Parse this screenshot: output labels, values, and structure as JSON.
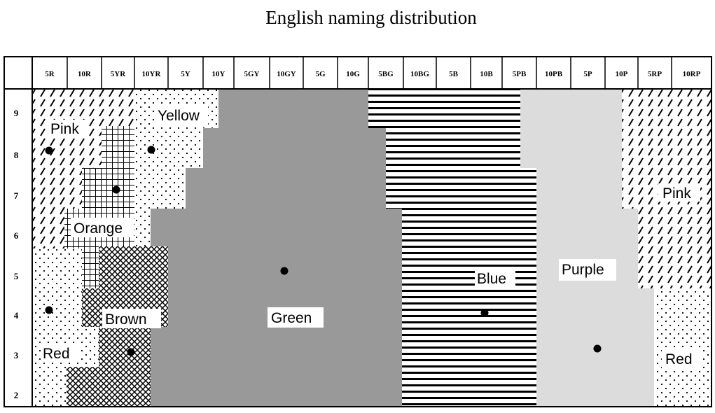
{
  "title": "English naming distribution",
  "hue_columns": [
    "5R",
    "10R",
    "5YR",
    "10YR",
    "5Y",
    "10Y",
    "5GY",
    "10GY",
    "5G",
    "10G",
    "5BG",
    "10BG",
    "5B",
    "10B",
    "5PB",
    "10PB",
    "5P",
    "10P",
    "5RP",
    "10RP"
  ],
  "value_rows": [
    "9",
    "8",
    "7",
    "6",
    "5",
    "4",
    "3",
    "2"
  ],
  "regions": [
    {
      "name": "Pink",
      "pattern": "diagonal-hatch"
    },
    {
      "name": "Orange",
      "pattern": "grid"
    },
    {
      "name": "Yellow",
      "pattern": "dots"
    },
    {
      "name": "Brown",
      "pattern": "crosshatch"
    },
    {
      "name": "Red",
      "pattern": "dots"
    },
    {
      "name": "Green",
      "color": "#999999"
    },
    {
      "name": "Blue",
      "pattern": "horizontal-lines"
    },
    {
      "name": "Purple",
      "color": "#dcdcdc"
    },
    {
      "name": "Pink",
      "pattern": "diagonal-hatch"
    },
    {
      "name": "Red",
      "pattern": "dots"
    }
  ]
}
